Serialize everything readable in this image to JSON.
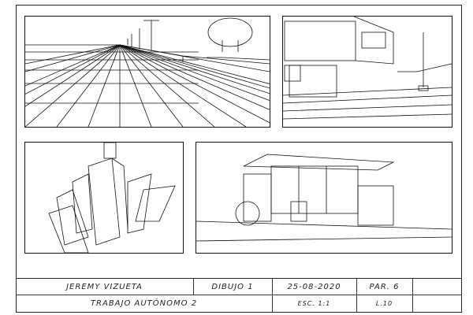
{
  "title_block": {
    "author": "JEREMY VIZUETA",
    "drawing": "DIBUJO 1",
    "date": "25-08-2020",
    "group": "PAR. 6",
    "title": "TRABAJO AUTÓNOMO 2",
    "scale": "ESC. 1:1",
    "sheet": "L.10"
  }
}
